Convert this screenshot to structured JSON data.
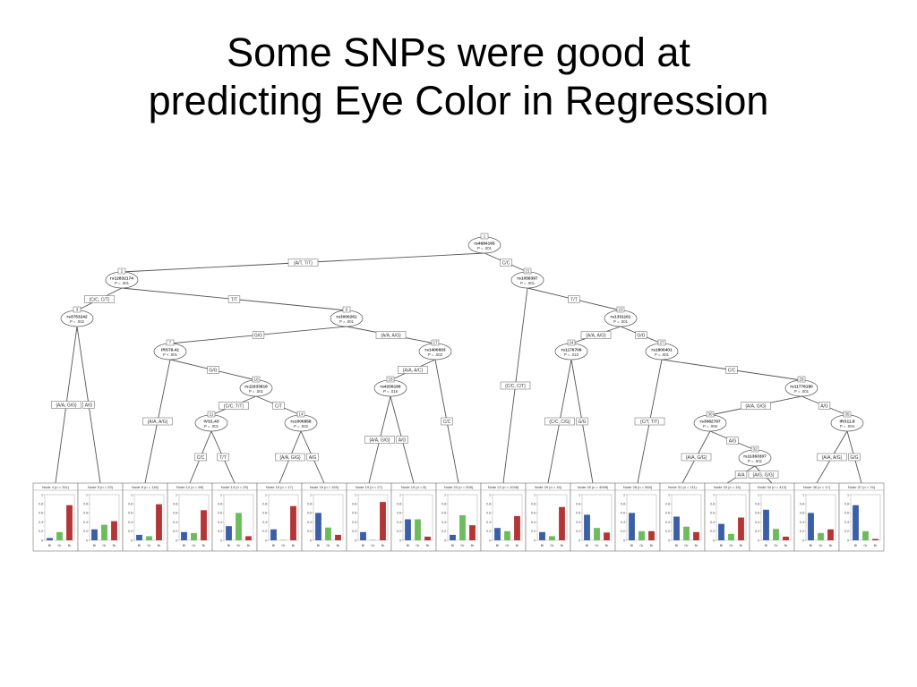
{
  "slide": {
    "title_line1": "Some SNPs were good at",
    "title_line2": "predicting Eye Color in Regression"
  },
  "tree": {
    "nodes": [
      {
        "id": "n1",
        "num": "1",
        "label": "rs4684165",
        "p": "P = .001"
      },
      {
        "id": "n2",
        "num": "2",
        "label": "rs12832174",
        "p": "P = .001"
      },
      {
        "id": "n3",
        "num": "3",
        "label": "rs3753242",
        "p": "P = .002"
      },
      {
        "id": "n6",
        "num": "6",
        "label": "rs3000261",
        "p": "P = .001"
      },
      {
        "id": "n7",
        "num": "7",
        "label": "IRS79.41",
        "p": "P < .001"
      },
      {
        "id": "n10",
        "num": "10",
        "label": "rs11633816",
        "p": "P = .001"
      },
      {
        "id": "n11",
        "num": "11",
        "label": "IVS1.43",
        "p": "P = .001"
      },
      {
        "id": "n14",
        "num": "14",
        "label": "rs1000858",
        "p": "P = .002"
      },
      {
        "id": "n17",
        "num": "17",
        "label": "rs1400603",
        "p": "P = .002"
      },
      {
        "id": "n18",
        "num": "18",
        "label": "rs4209166",
        "p": "P = .018"
      },
      {
        "id": "n21",
        "num": "21",
        "label": "rs1058397",
        "p": "P = .001"
      },
      {
        "id": "n23",
        "num": "23",
        "label": "rs1331161",
        "p": "P = .001"
      },
      {
        "id": "n24",
        "num": "24",
        "label": "rs1176709",
        "p": "P = .010"
      },
      {
        "id": "n27",
        "num": "27",
        "label": "rs1800401",
        "p": "P = .001"
      },
      {
        "id": "n29",
        "num": "29",
        "label": "rs11776180",
        "p": "P = .001"
      },
      {
        "id": "n30",
        "num": "30",
        "label": "rs3082797",
        "p": "P = .006"
      },
      {
        "id": "n32",
        "num": "32",
        "label": "rs11363307",
        "p": "P = .001"
      },
      {
        "id": "n35",
        "num": "35",
        "label": "IRS11.8",
        "p": "P = .004"
      }
    ],
    "edges": [
      {
        "from": "n1",
        "to": "n2",
        "label": "{A/T, T/T}"
      },
      {
        "from": "n1",
        "to": "n21",
        "label": "C/C"
      },
      {
        "from": "n2",
        "to": "n3",
        "label": "{C/C, C/T}"
      },
      {
        "from": "n2",
        "to": "n6",
        "label": "T/T"
      },
      {
        "from": "n3",
        "to": "t4",
        "label": "{A/A, G/G}"
      },
      {
        "from": "n3",
        "to": "t5",
        "label": "A/G"
      },
      {
        "from": "n6",
        "to": "n7",
        "label": "G/G"
      },
      {
        "from": "n6",
        "to": "n17",
        "label": "{A/A, A/G}"
      },
      {
        "from": "n7",
        "to": "t8",
        "label": "{A/A, A/G}"
      },
      {
        "from": "n7",
        "to": "n10",
        "label": "G/G"
      },
      {
        "from": "n10",
        "to": "n11",
        "label": "{C/C, T/T}"
      },
      {
        "from": "n10",
        "to": "n14",
        "label": "C/T"
      },
      {
        "from": "n11",
        "to": "t12",
        "label": "C/C"
      },
      {
        "from": "n11",
        "to": "t13",
        "label": "T/T"
      },
      {
        "from": "n14",
        "to": "t15",
        "label": "{A/A, G/G}"
      },
      {
        "from": "n14",
        "to": "t16",
        "label": "A/G"
      },
      {
        "from": "n17",
        "to": "n18",
        "label": "{A/A, A/C}"
      },
      {
        "from": "n17",
        "to": "t20",
        "label": "C/C"
      },
      {
        "from": "n18",
        "to": "t19a",
        "label": "{A/A, G/G}"
      },
      {
        "from": "n18",
        "to": "t19b",
        "label": "A/G"
      },
      {
        "from": "n21",
        "to": "t22",
        "label": "{C/C, C/T}"
      },
      {
        "from": "n21",
        "to": "n23",
        "label": "T/T"
      },
      {
        "from": "n23",
        "to": "n24",
        "label": "{A/A, A/G}"
      },
      {
        "from": "n23",
        "to": "n27",
        "label": "G/G"
      },
      {
        "from": "n24",
        "to": "t25",
        "label": "{C/C, C/G}"
      },
      {
        "from": "n24",
        "to": "t26",
        "label": "G/G"
      },
      {
        "from": "n27",
        "to": "t28",
        "label": "{C/T, T/T}"
      },
      {
        "from": "n27",
        "to": "n29",
        "label": "C/C"
      },
      {
        "from": "n29",
        "to": "n30",
        "label": "{A/A, G/G}"
      },
      {
        "from": "n29",
        "to": "n35",
        "label": "A/G"
      },
      {
        "from": "n30",
        "to": "t31",
        "label": "{A/A, G/G}"
      },
      {
        "from": "n30",
        "to": "n32",
        "label": "A/G"
      },
      {
        "from": "n32",
        "to": "t33",
        "label": "A/A"
      },
      {
        "from": "n32",
        "to": "t34",
        "label": "{A/G, G/G}"
      },
      {
        "from": "n35",
        "to": "t36",
        "label": "{A/A, A/G}"
      },
      {
        "from": "n35",
        "to": "t37",
        "label": "G/G"
      }
    ],
    "terminals": [
      {
        "id": "t4",
        "title": "Node 4 (n = 311)",
        "values": [
          0.05,
          0.18,
          0.77
        ]
      },
      {
        "id": "t5",
        "title": "Node 5 (n = 29)",
        "values": [
          0.24,
          0.34,
          0.42
        ]
      },
      {
        "id": "t8",
        "title": "Node 8 (n = 118)",
        "values": [
          0.12,
          0.09,
          0.79
        ]
      },
      {
        "id": "t12",
        "title": "Node 12 (n = 98)",
        "values": [
          0.18,
          0.16,
          0.66
        ]
      },
      {
        "id": "t13",
        "title": "Node 13 (n = 29)",
        "values": [
          0.31,
          0.6,
          0.09
        ]
      },
      {
        "id": "t15",
        "title": "Node 15 (n = 17)",
        "values": [
          0.24,
          0.01,
          0.75
        ]
      },
      {
        "id": "t16",
        "title": "Node 16 (n = 169)",
        "values": [
          0.6,
          0.28,
          0.12
        ]
      },
      {
        "id": "t19a",
        "title": "Node 19 (n = 27)",
        "values": [
          0.18,
          0.01,
          0.84
        ]
      },
      {
        "id": "t19b",
        "title": "Node 19 (n = 8)",
        "values": [
          0.46,
          0.46,
          0.08
        ]
      },
      {
        "id": "t20",
        "title": "Node 20 (n = 308)",
        "values": [
          0.12,
          0.55,
          0.33
        ]
      },
      {
        "id": "t22",
        "title": "Node 22 (n = 1048)",
        "values": [
          0.27,
          0.2,
          0.53
        ]
      },
      {
        "id": "t25",
        "title": "Node 25 (n = 16)",
        "values": [
          0.18,
          0.09,
          0.73
        ]
      },
      {
        "id": "t26",
        "title": "Node 26 (n = 4068)",
        "values": [
          0.56,
          0.27,
          0.17
        ]
      },
      {
        "id": "t28",
        "title": "Node 28 (n = 565)",
        "values": [
          0.6,
          0.2,
          0.2
        ]
      },
      {
        "id": "t31",
        "title": "Node 31 (n = 111)",
        "values": [
          0.52,
          0.3,
          0.18
        ]
      },
      {
        "id": "t33",
        "title": "Node 33 (n = 16)",
        "values": [
          0.36,
          0.14,
          0.5
        ]
      },
      {
        "id": "t34",
        "title": "Node 34 (n = 413)",
        "values": [
          0.67,
          0.25,
          0.08
        ]
      },
      {
        "id": "t36",
        "title": "Node 36 (n = 17)",
        "values": [
          0.6,
          0.16,
          0.24
        ]
      },
      {
        "id": "t37",
        "title": "Node 37 (n = 76)",
        "values": [
          0.77,
          0.2,
          0.03
        ]
      }
    ],
    "categories": [
      "Bl",
      "Gr",
      "Br"
    ],
    "y_ticks": [
      "1",
      "0.8",
      "0.6",
      "0.4",
      "0.2",
      "0"
    ],
    "colors": {
      "blue": "#3a5ea8",
      "green": "#6bbd5b",
      "red": "#b33535",
      "line": "#555555"
    }
  }
}
